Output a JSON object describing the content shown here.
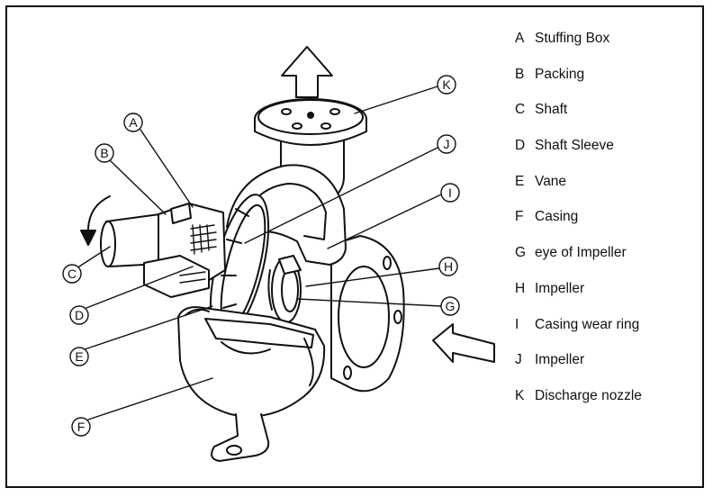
{
  "diagram": {
    "legend": [
      {
        "code": "A",
        "label": "Stuffing Box"
      },
      {
        "code": "B",
        "label": "Packing"
      },
      {
        "code": "C",
        "label": "Shaft"
      },
      {
        "code": "D",
        "label": "Shaft Sleeve"
      },
      {
        "code": "E",
        "label": "Vane"
      },
      {
        "code": "F",
        "label": "Casing"
      },
      {
        "code": "G",
        "label": "eye of Impeller"
      },
      {
        "code": "H",
        "label": "Impeller"
      },
      {
        "code": "I",
        "label": "Casing wear ring"
      },
      {
        "code": "J",
        "label": "Impeller"
      },
      {
        "code": "K",
        "label": "Discharge nozzle"
      }
    ],
    "callouts": {
      "A": "A",
      "B": "B",
      "C": "C",
      "D": "D",
      "E": "E",
      "F": "F",
      "G": "G",
      "H": "H",
      "I": "I",
      "J": "J",
      "K": "K"
    },
    "colors": {
      "line": "#111111",
      "background": "#ffffff"
    }
  }
}
